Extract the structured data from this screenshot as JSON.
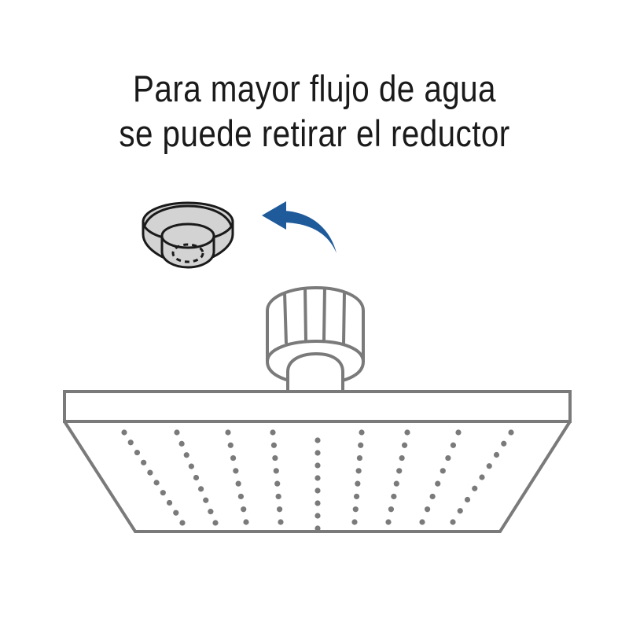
{
  "caption": {
    "line1": "Para mayor flujo de agua",
    "line2": "se puede retirar el reductor"
  },
  "illustration": {
    "items": [
      {
        "name": "flow-reducer",
        "icon": "reducer-icon",
        "fill": "#d3d3d3",
        "stroke": "#1a1a1a"
      },
      {
        "name": "remove-arrow",
        "icon": "curved-arrow-left-icon",
        "color": "#1f5a9a"
      },
      {
        "name": "shower-head",
        "icon": "square-shower-head-icon",
        "stroke": "#7a7a7a"
      }
    ],
    "nozzle_columns": 9,
    "nozzle_color": "#7a7a7a"
  }
}
